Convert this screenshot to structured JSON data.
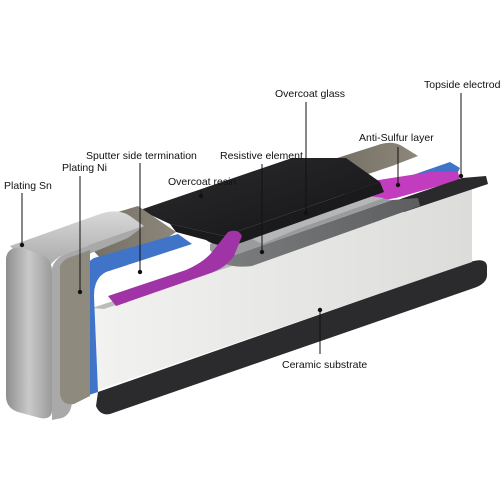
{
  "labels": {
    "plating_sn": "Plating Sn",
    "plating_ni": "Plating Ni",
    "sputter_side_termination": "Sputter side termination",
    "overcoat_resin": "Overcoat resin",
    "resistive_element": "Resistive element",
    "overcoat_glass": "Overcoat glass",
    "anti_sulfur_layer": "Anti-Sulfur layer",
    "topside_electrode": "Topside electrode",
    "ceramic_substrate": "Ceramic substrate"
  },
  "colors": {
    "plating_sn": "#b9b9b9",
    "plating_ni": "#3f74c9",
    "sputter_side_termination": "#a034a6",
    "overcoat_resin": "#1e1e20",
    "resistive_element": "#6f7072",
    "anti_sulfur_layer": "#c23cbf",
    "topside_electrode": "#7a7468",
    "ceramic_substrate": "#e6e6e4",
    "substrate_base": "#2b2b2d"
  }
}
